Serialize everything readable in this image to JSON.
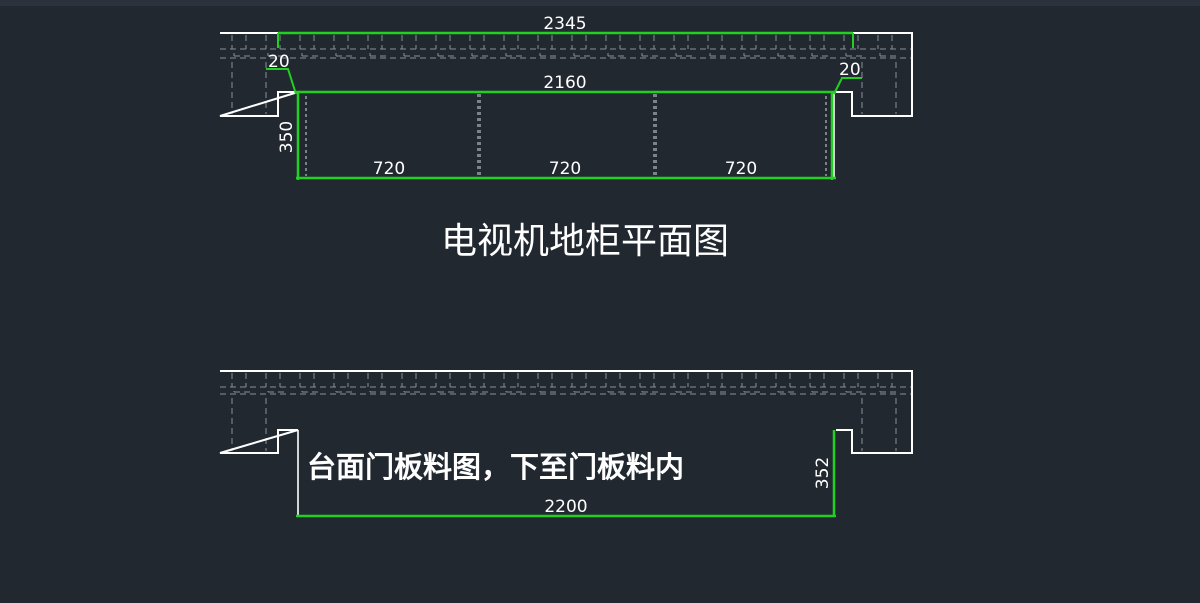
{
  "plan": {
    "dim_total": "2345",
    "dim_inner": "2160",
    "dim_left_gap": "20",
    "dim_right_gap": "20",
    "dim_depth": "350",
    "bays": [
      "720",
      "720",
      "720"
    ],
    "title": "电视机地柜平面图"
  },
  "door_panel": {
    "note": "台面门板料图，下至门板料内",
    "dim_width": "2200",
    "dim_height": "352"
  },
  "colors": {
    "background": "#212830",
    "outline": "#ffffff",
    "dimension": "#22d022",
    "hatch": "#8a8f96"
  }
}
